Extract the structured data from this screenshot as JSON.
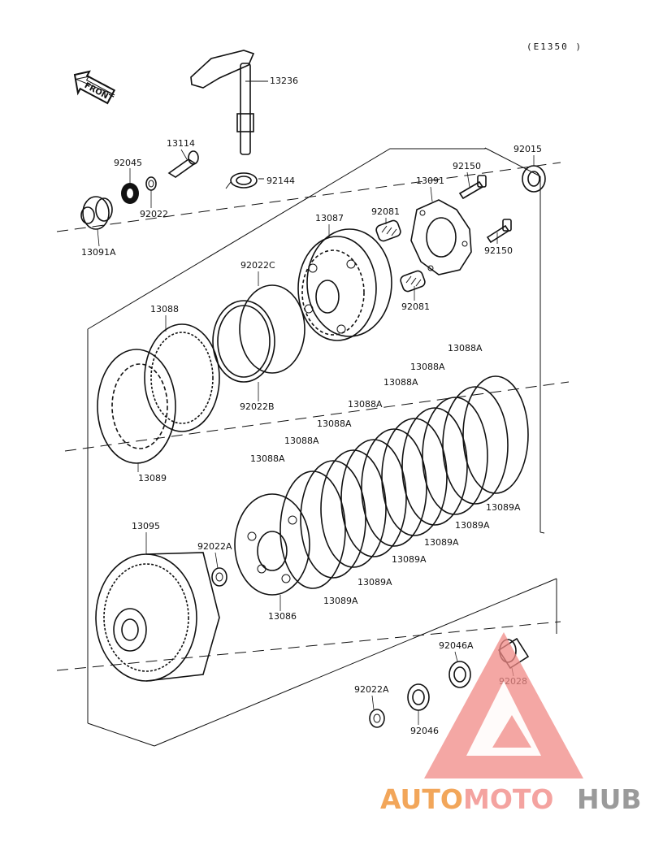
{
  "diagram_code": "(E1350 )",
  "front_label": "FRONT",
  "watermark": {
    "part1": "AUTO",
    "part2": "MOTO",
    "part3": "HUB",
    "colors": {
      "auto": "#f2a65a",
      "moto": "#f4a3a0",
      "hub": "#9a9a9a",
      "triangle": "#f08a86"
    }
  },
  "labels": {
    "p13236": "13236",
    "p13114": "13114",
    "p92045": "92045",
    "p92144": "92144",
    "p92022": "92022",
    "p13091A": "13091A",
    "p92015": "92015",
    "p13091": "13091",
    "p92150a": "92150",
    "p92150b": "92150",
    "p92081a": "92081",
    "p92081b": "92081",
    "p13087": "13087",
    "p92022C": "92022C",
    "p92022B": "92022B",
    "p13088": "13088",
    "p13089": "13089",
    "p13088A_1": "13088A",
    "p13088A_2": "13088A",
    "p13088A_3": "13088A",
    "p13088A_4": "13088A",
    "p13088A_5": "13088A",
    "p13088A_6": "13088A",
    "p13088A_7": "13088A",
    "p13089A_1": "13089A",
    "p13089A_2": "13089A",
    "p13089A_3": "13089A",
    "p13089A_4": "13089A",
    "p13089A_5": "13089A",
    "p13089A_6": "13089A",
    "p13095": "13095",
    "p92022A_1": "92022A",
    "p13086": "13086",
    "p92046A": "92046A",
    "p92028": "92028",
    "p92022A_2": "92022A",
    "p92046": "92046"
  }
}
